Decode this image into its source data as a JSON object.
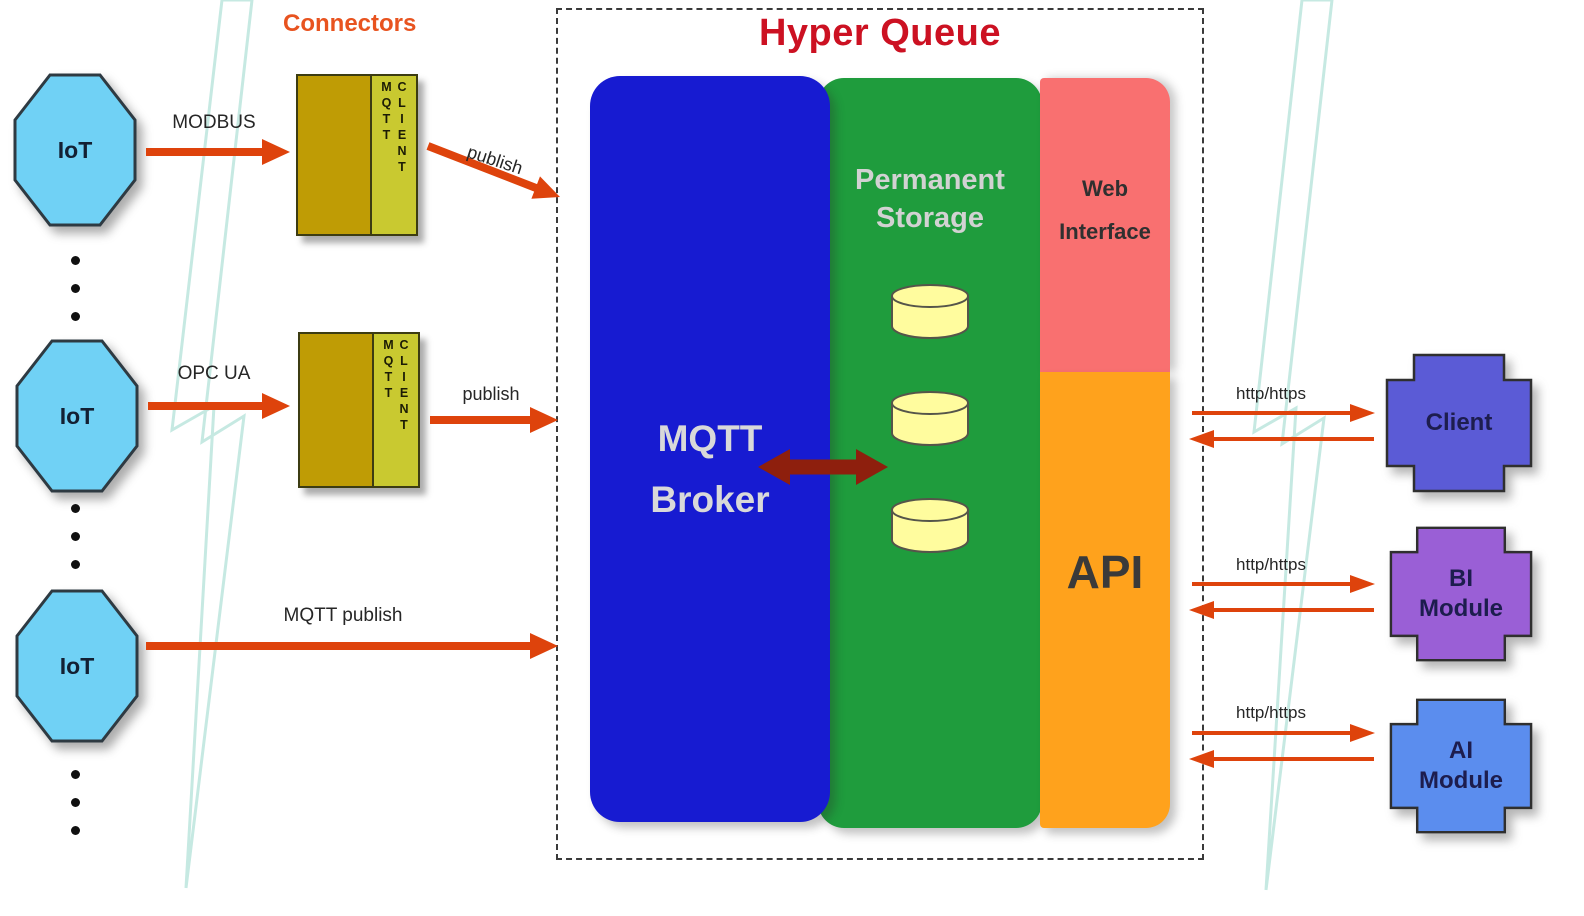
{
  "hyper_queue": {
    "title": "Hyper Queue",
    "mqtt_broker": "MQTT\nBroker",
    "permanent_storage": "Permanent\nStorage",
    "web_interface": "Web\nInterface",
    "api": "API"
  },
  "left": {
    "connectors_title": "Connectors",
    "iot_nodes": [
      {
        "label": "IoT"
      },
      {
        "label": "IoT"
      },
      {
        "label": "IoT"
      }
    ],
    "connector_boxes": [
      {
        "col1": "MQTT",
        "col2": "CLIENT"
      },
      {
        "col1": "MQTT",
        "col2": "CLIENT"
      }
    ]
  },
  "labels": {
    "modbus": "MODBUS",
    "opc_ua": "OPC UA",
    "publish_top": "publish",
    "publish_mid": "publish",
    "mqtt_publish": "MQTT publish",
    "http_https_client": "http/https",
    "http_https_bi": "http/https",
    "http_https_ai": "http/https"
  },
  "modules": [
    {
      "label": "Client",
      "color": "#5b5bd6"
    },
    {
      "label": "BI\nModule",
      "color": "#9a5fd6"
    },
    {
      "label": "AI\nModule",
      "color": "#5b8dee"
    }
  ],
  "colors": {
    "arrow_red": "#de430c",
    "dark_arrow": "#8e1f0d",
    "title_red": "#cc1122",
    "broker_blue": "#171bd1",
    "storage_green": "#1f9c3d",
    "web_pink": "#f97070",
    "api_orange": "#ffa21c",
    "iot_blue": "#70d1f5",
    "connector_gold": "#bf9c05",
    "connector_olive": "#c9c930",
    "cylinder_yellow": "#fffc9e",
    "bolt_teal": "#c6e9e2"
  }
}
